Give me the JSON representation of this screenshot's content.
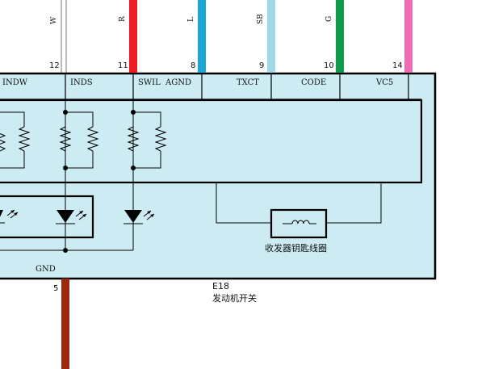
{
  "wires": [
    {
      "code": "W",
      "pin": "12",
      "color": "#ffffff"
    },
    {
      "code": "R",
      "pin": "11",
      "color": "#ee1c25"
    },
    {
      "code": "L",
      "pin": "8",
      "color": "#1aa6d6"
    },
    {
      "code": "SB",
      "pin": "9",
      "color": "#9fd9ee"
    },
    {
      "code": "G",
      "pin": "10",
      "color": "#0f9a4a"
    },
    {
      "code": "",
      "pin": "14",
      "color": "#f06bb5"
    }
  ],
  "terminals": [
    "INDW",
    "INDS",
    "SWIL",
    "AGND",
    "TXCT",
    "CODE",
    "VC5"
  ],
  "ground": {
    "label": "GND",
    "pin": "5",
    "color": "#9b2a0c"
  },
  "transponder_label": "收发器钥匙线圈",
  "component": {
    "code": "E18",
    "name": "发动机开关"
  },
  "colors": {
    "module_fill": "#cdebf2",
    "outline": "#000000"
  }
}
